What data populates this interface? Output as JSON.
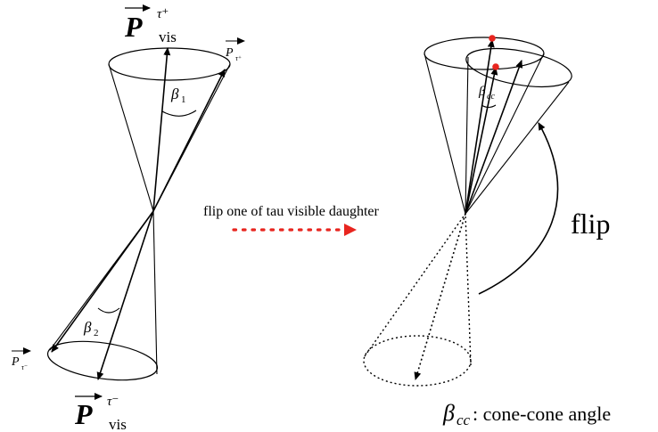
{
  "left_cone": {
    "p_vis_plus": {
      "symbol": "P",
      "sup": "τ⁺",
      "sub": "vis"
    },
    "p_tau_plus": {
      "symbol": "P",
      "sub": "τ⁺"
    },
    "beta1": {
      "symbol": "β",
      "sub": "1"
    },
    "beta2": {
      "symbol": "β",
      "sub": "2"
    },
    "p_tau_minus": {
      "symbol": "P",
      "sub": "τ⁻"
    },
    "p_vis_minus": {
      "symbol": "P",
      "sup": "τ⁻",
      "sub": "vis"
    }
  },
  "middle": {
    "caption": "flip one of tau visible daughter",
    "arrow_color": "#e8251f"
  },
  "right_cone": {
    "beta_cc": {
      "symbol": "β",
      "sub": "cc"
    },
    "flip_label": "flip",
    "marker_color": "#e8251f"
  },
  "footer": {
    "beta_cc_symbol": "β",
    "beta_cc_sub": "cc",
    "description": ": cone-cone angle"
  }
}
